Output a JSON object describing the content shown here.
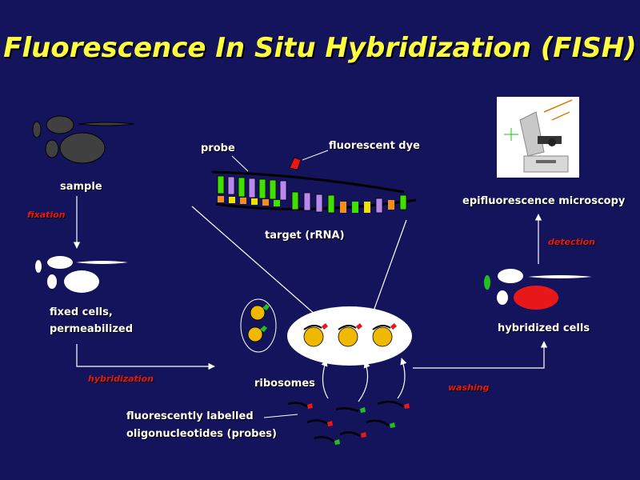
{
  "title": "Fluorescence In Situ Hybridization (FISH)",
  "labels": {
    "sample": "sample",
    "fixation": "fixation",
    "fixed_cells_1": "fixed cells,",
    "fixed_cells_2": "permeabilized",
    "hybridization": "hybridization",
    "ribosomes": "ribosomes",
    "probes_1": "fluorescently labelled",
    "probes_2": "oligonucleotides (probes)",
    "washing": "washing",
    "hybridized_cells": "hybridized cells",
    "detection": "detection",
    "microscopy": "epifluorescence microscopy",
    "probe": "probe",
    "fluorescent_dye": "fluorescent dye",
    "target": "target (rRNA)"
  },
  "colors": {
    "background": "#14145c",
    "title": "#ffff40",
    "dye": "#e81818",
    "green_dye": "#20c020",
    "ribosome": "#f0b800",
    "probe_green": "#40e000",
    "probe_purple": "#b888f0",
    "target_orange": "#f09018"
  }
}
